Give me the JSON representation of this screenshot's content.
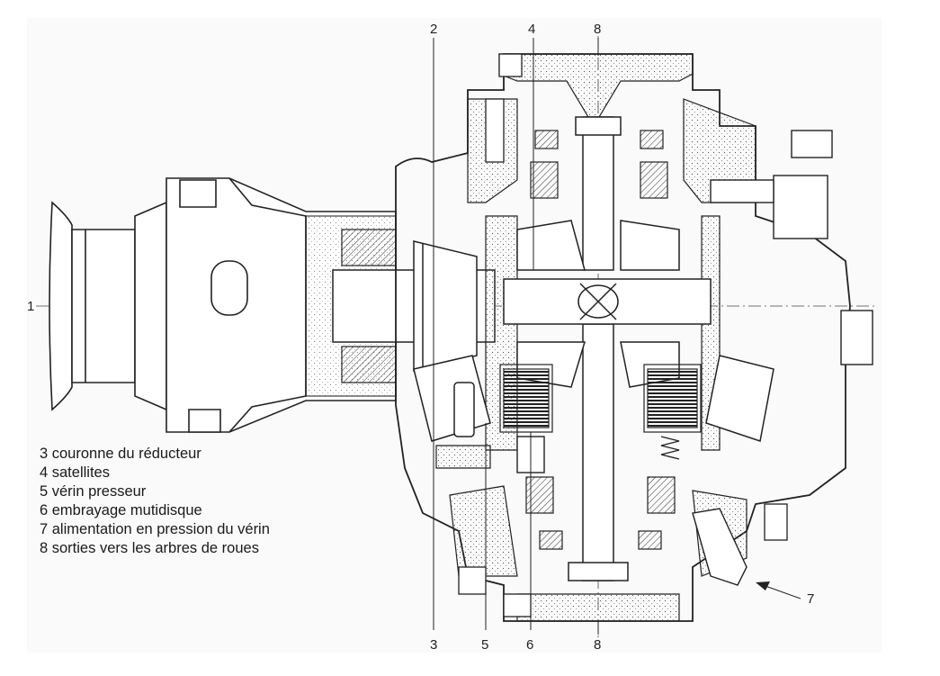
{
  "callouts": {
    "c1": "1",
    "c2": "2",
    "c3": "3",
    "c4": "4",
    "c5": "5",
    "c6": "6",
    "c7": "7",
    "c8_top": "8",
    "c8_bottom": "8"
  },
  "legend": [
    "3 couronne du réducteur",
    "4 satellites",
    "5 vérin presseur",
    "6 embrayage mutidisque",
    "7 alimentation en pression du vérin",
    "8 sorties vers les arbres de roues"
  ]
}
